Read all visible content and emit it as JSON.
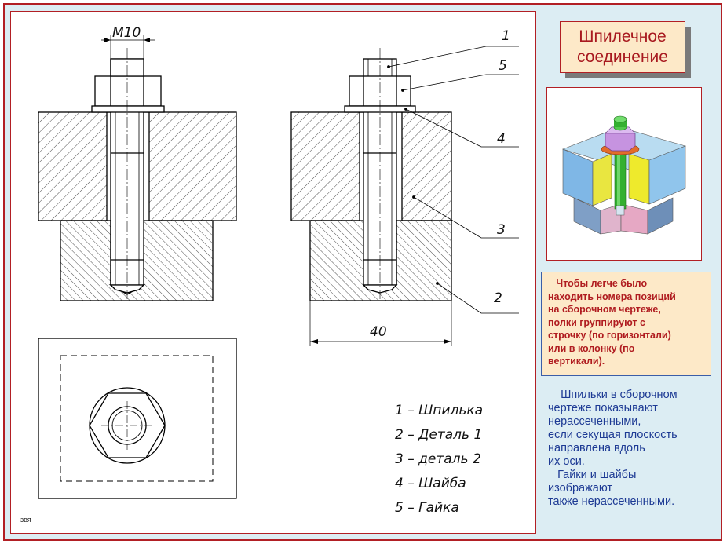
{
  "title": {
    "line1": "Шпилечное",
    "line2": "соединение"
  },
  "dimensions": {
    "thread": "M10",
    "width": "40"
  },
  "position_labels": [
    "1",
    "5",
    "4",
    "3",
    "2"
  ],
  "legend": [
    "1 – Шпилька",
    "2 – Деталь 1",
    "3 – деталь 2",
    "4 – Шайба",
    "5 – Гайка"
  ],
  "note_lines": [
    "   Чтобы легче было",
    "находить номера позиций",
    "на сборочном чертеже,",
    "полки группируют с",
    "строчку (по горизонтали)",
    "или в колонку (по",
    "вертикали)."
  ],
  "info_lines": [
    "    Шпильки в сборочном",
    "чертеже показывают",
    "нерассеченными,",
    "если секущая плоскость",
    "направлена вдоль",
    "их оси.",
    "   Гайки и шайбы",
    "изображают",
    "также нерассеченными."
  ],
  "author": "звя",
  "colors": {
    "border": "#b21f24",
    "panel_bg": "#dcedf3",
    "title_bg": "#fde9c8",
    "title_text": "#a8191f",
    "info_text": "#1d3a94"
  }
}
